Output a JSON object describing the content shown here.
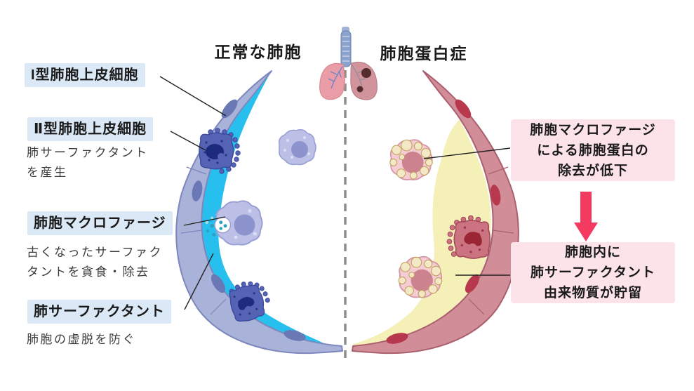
{
  "diagram": {
    "title_left": "正常な肺胞",
    "title_right": "肺胞蛋白症",
    "left_labels": [
      {
        "label": "I型肺胞上皮細胞",
        "note": ""
      },
      {
        "label": "Ⅱ型肺胞上皮細胞",
        "note": "肺サーファクタント\nを産生"
      },
      {
        "label": "肺胞マクロファージ",
        "note": "古くなったサーファク\nタントを貪食・除去"
      },
      {
        "label": "肺サーファクタント",
        "note": "肺胞の虚脱を防ぐ"
      }
    ],
    "right_labels": [
      {
        "label": "肺胞マクロファージ\nによる肺胞蛋白の\n除去が低下"
      },
      {
        "label": "肺胞内に\n肺サーファクタント\n由来物質が貯留"
      }
    ],
    "icons": {
      "lungs": "lungs-icon",
      "down_arrow": "down-arrow-icon",
      "divider": "dashed-divider-line"
    },
    "colors": {
      "label_bg_normal": "#dbe9f7",
      "label_bg_disease": "#fbe3e9",
      "arrow": "#f43a60",
      "text": "#1a1a1a",
      "note_text": "#3c3c3c",
      "normal_wall": "#a9b2d8",
      "normal_nucleus": "#6b78b6",
      "surfactant_layer": "#27c0ee",
      "type2_cell": "#5563b5",
      "macrophage": "#bcc0e6",
      "disease_wall": "#d28e98",
      "disease_nucleus": "#b8394e",
      "accumulated_material": "#f4f0b8",
      "foamy_macrophage": "#f6ccd4"
    }
  }
}
